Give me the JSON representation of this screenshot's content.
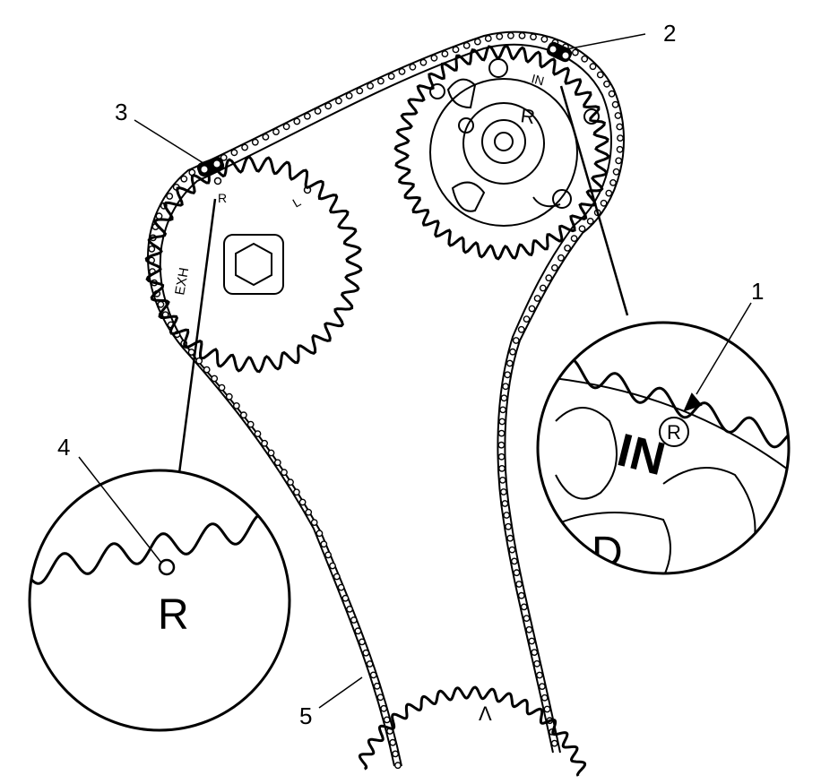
{
  "callouts": [
    {
      "id": "1",
      "text": "1"
    },
    {
      "id": "2",
      "text": "2"
    },
    {
      "id": "3",
      "text": "3"
    },
    {
      "id": "4",
      "text": "4"
    },
    {
      "id": "5",
      "text": "5"
    }
  ],
  "sprockets": {
    "exhaust": {
      "label": "EXH",
      "mark_r": "R",
      "mark_l": "L"
    },
    "intake": {
      "label": "IN",
      "mark_r": "R"
    },
    "crank": {
      "mark": "Λ"
    }
  },
  "zoom_intake": {
    "label": "IN",
    "mark_r": "R",
    "mark_d": "D"
  },
  "zoom_exhaust": {
    "mark_r": "R"
  },
  "colors": {
    "line": "#000000",
    "background": "#ffffff"
  }
}
